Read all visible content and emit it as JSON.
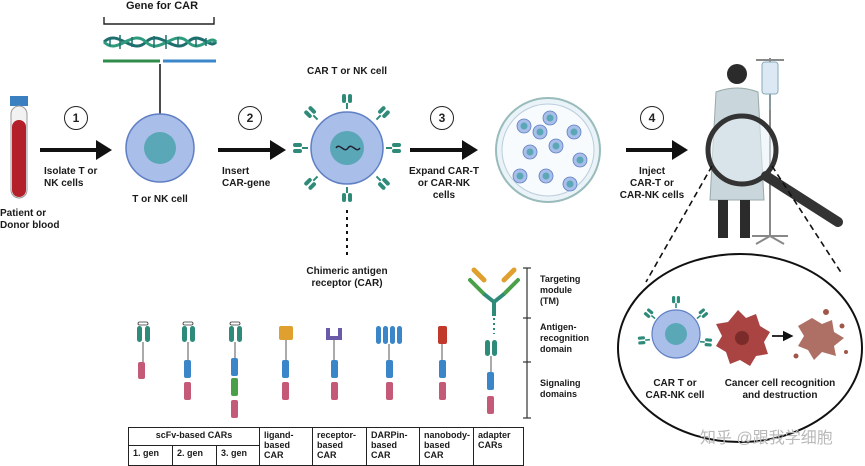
{
  "top": {
    "gene_title": "Gene for CAR",
    "blood_label": [
      "Patient or",
      "Donor blood"
    ],
    "steps": [
      {
        "num": "1",
        "label": [
          "Isolate T or",
          "NK cells"
        ]
      },
      {
        "num": "2",
        "label": [
          "Insert",
          "CAR-gene"
        ]
      },
      {
        "num": "3",
        "label": [
          "Expand CAR-T",
          "or CAR-NK",
          "cells"
        ]
      },
      {
        "num": "4",
        "label": [
          "Inject",
          "CAR-T or",
          "CAR-NK cells"
        ]
      }
    ],
    "cell_label": "T or NK cell",
    "car_cell_title": "CAR T or NK cell",
    "car_label": [
      "Chimeric antigen",
      "receptor (CAR)"
    ]
  },
  "right_panel": {
    "car_cell_label": [
      "CAR T or",
      "CAR-NK cell"
    ],
    "recognition_label": [
      "Cancer cell recognition",
      "and destruction"
    ]
  },
  "domains": {
    "targeting": [
      "Targeting",
      "module",
      "(TM)"
    ],
    "antigen": [
      "Antigen-",
      "recognition",
      "domain"
    ],
    "signaling": [
      "Signaling",
      "domains"
    ]
  },
  "table": {
    "scfv_header": "scFv-based CARs",
    "gens": [
      "1. gen",
      "2. gen",
      "3. gen"
    ],
    "others": [
      [
        "ligand-",
        "based",
        "CAR"
      ],
      [
        "receptor-",
        "based",
        "CAR"
      ],
      [
        "DARPin-",
        "based",
        "CAR"
      ],
      [
        "nanobody-",
        "based",
        "CAR"
      ],
      [
        "adapter",
        "CARs"
      ]
    ]
  },
  "watermark": "知乎 @跟我学细胞",
  "colors": {
    "teal": "#2e8b7a",
    "blue": "#3a86c8",
    "green": "#4aa048",
    "pink": "#c45a78",
    "orange": "#e0a030",
    "purple": "#6a5aa8",
    "red": "#c0392b",
    "cell_fill": "#a9bfe9",
    "cell_nucleus": "#5aa7b8"
  }
}
